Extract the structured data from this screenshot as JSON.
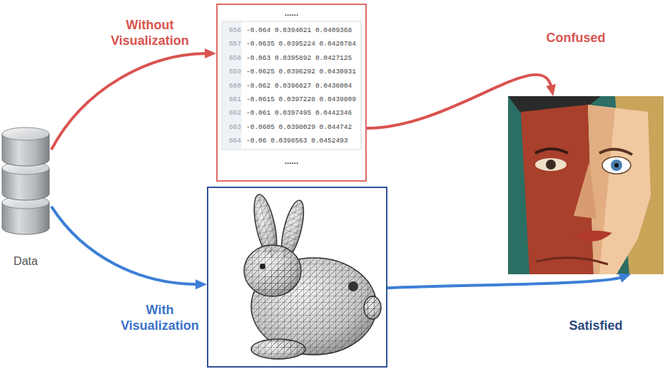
{
  "diagram": {
    "nodes": [
      {
        "text": [
          "Data"
        ]
      },
      {
        "text": [
          "......",
          "656",
          "-0.064 0.0394021 0.0409368",
          "657",
          "-0.0635 0.0395224 0.0420784",
          "658",
          "-0.063 0.0395892 0.0427125",
          "659",
          "-0.0625 0.0396292 0.0430931",
          "660",
          "-0.062 0.0396827 0.0436004",
          "661",
          "-0.0615 0.0397228 0.0439809",
          "662",
          "-0.061 0.0397495 0.0442346",
          "663",
          "-0.0605 0.0398029 0.044742",
          "664",
          "-0.06 0.0398563 0.0452493",
          "......"
        ]
      },
      {
        "text": []
      },
      {
        "text": []
      }
    ],
    "edges": [
      {
        "from": 0,
        "to": 1,
        "arrow": "to",
        "label": "Without Visualization"
      },
      {
        "from": 1,
        "to": 3,
        "arrow": "to",
        "label": "Confused"
      },
      {
        "from": 0,
        "to": 2,
        "arrow": "to",
        "label": "With Visualization"
      },
      {
        "from": 2,
        "to": 3,
        "arrow": "to",
        "label": "Satisfied"
      }
    ]
  }
}
